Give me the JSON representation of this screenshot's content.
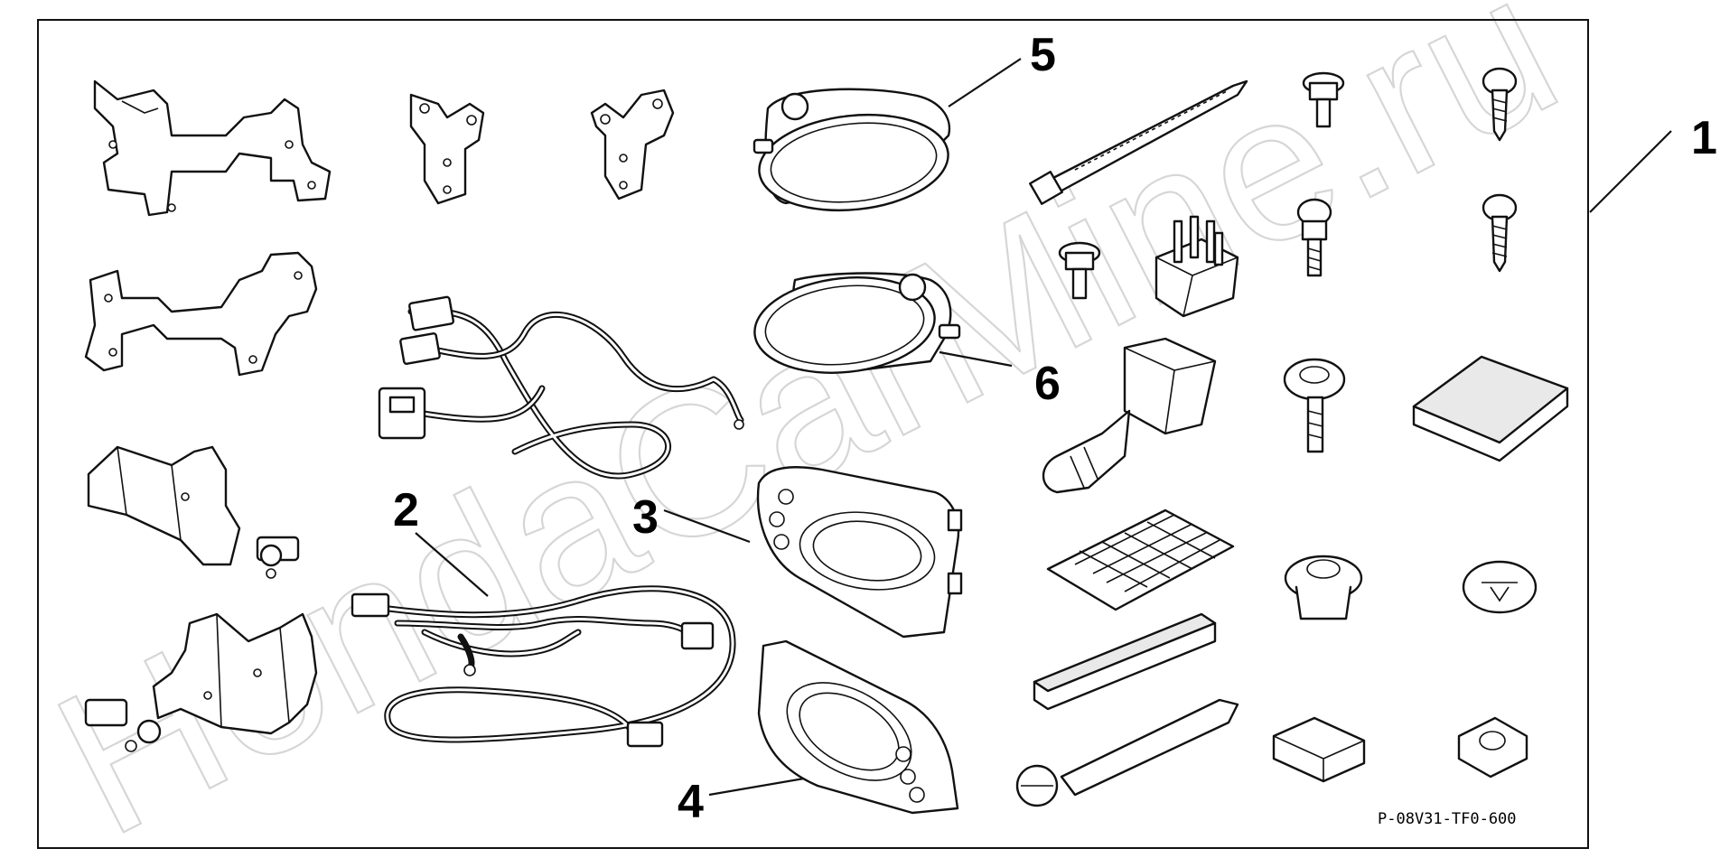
{
  "diagram": {
    "watermark": "HondaCarMine.ru",
    "part_code": "P-08V31-TF0-600",
    "callouts": [
      "1",
      "2",
      "3",
      "4",
      "5",
      "6"
    ]
  }
}
